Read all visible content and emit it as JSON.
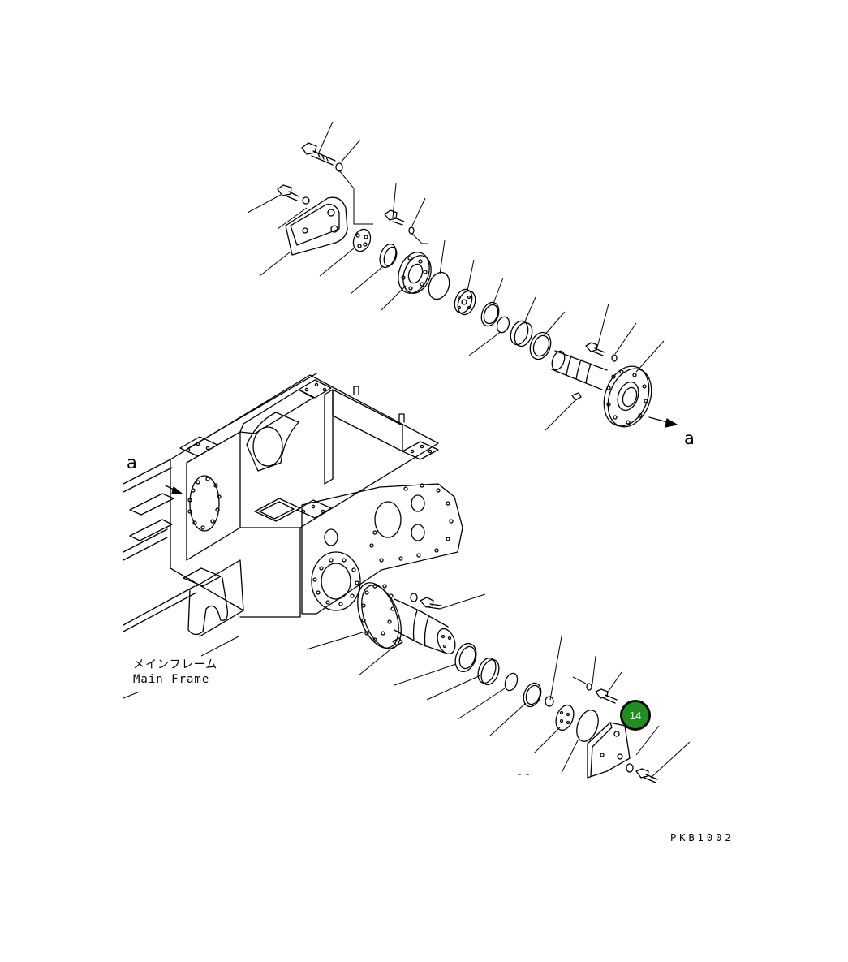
{
  "diagram": {
    "view_label_a_left": "a",
    "view_label_a_right": "a",
    "main_frame_jp": "メインフレーム",
    "main_frame_en": "Main Frame",
    "drawing_code": "PKB1002",
    "callout": {
      "number": "14",
      "color": "#1f8f1f"
    }
  }
}
